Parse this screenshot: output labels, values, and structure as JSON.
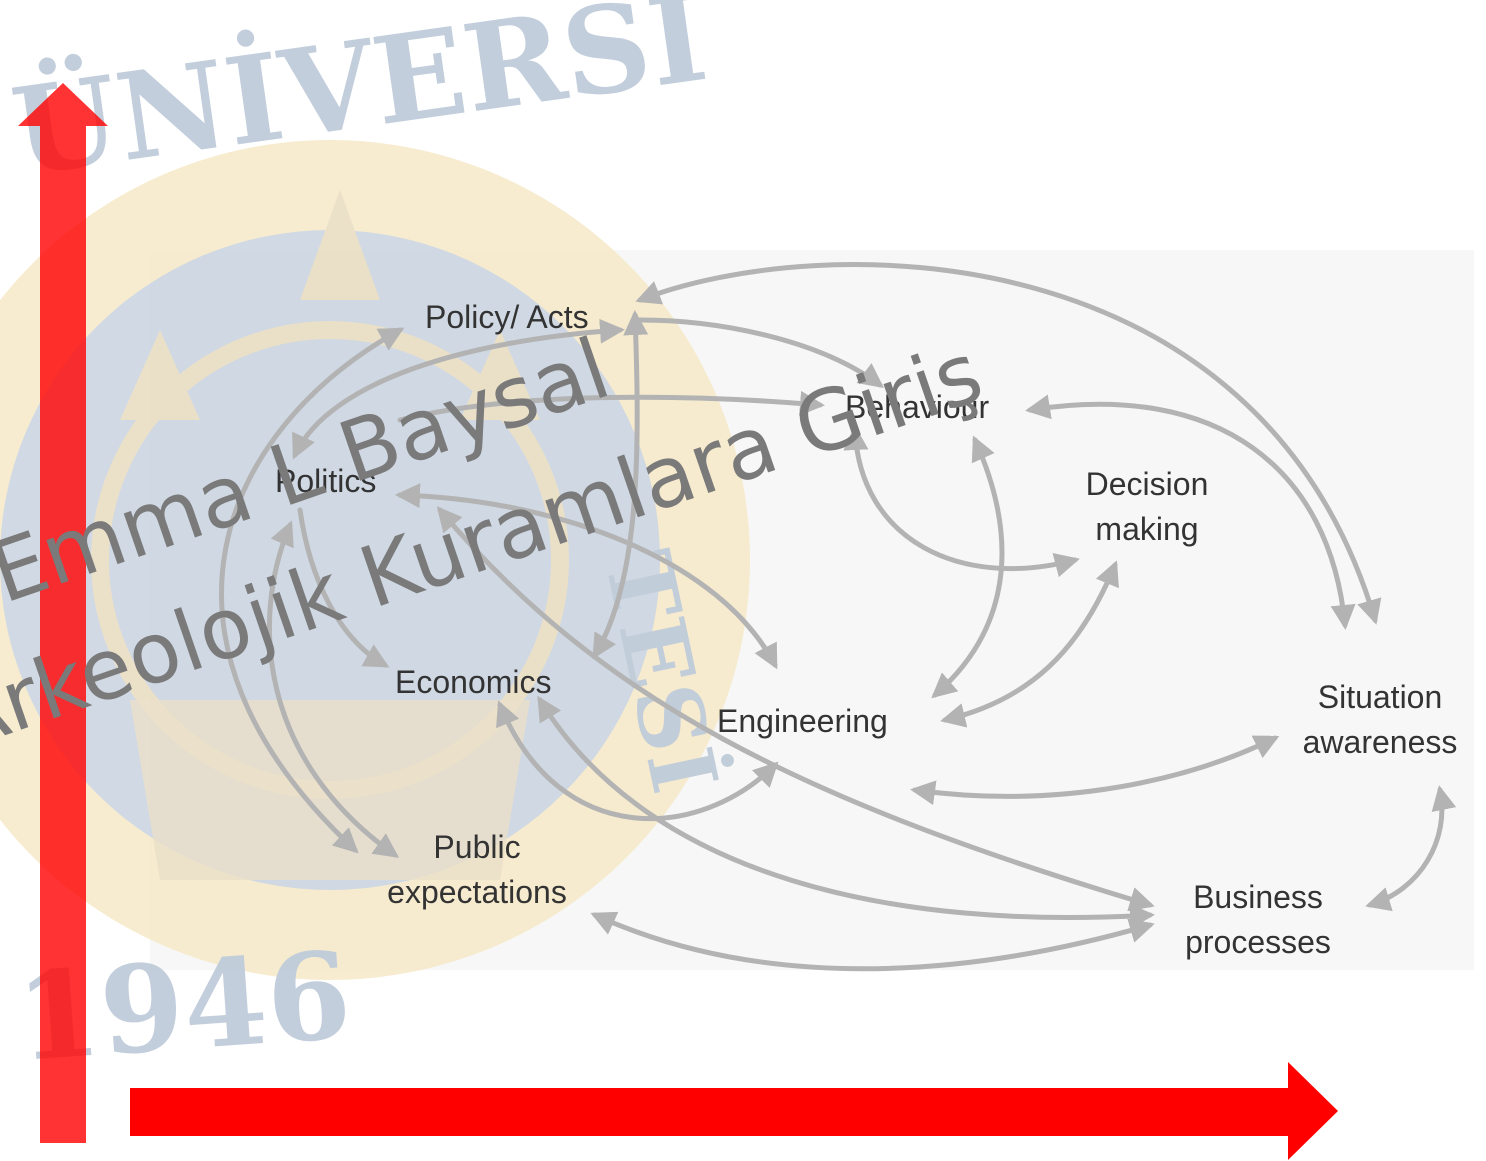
{
  "seal": {
    "arc_text": "ÜNİVERSİ",
    "side_text": "TESİ",
    "year": "1946"
  },
  "watermark": {
    "line1": "Emma L Baysal",
    "line2": "Arkeolojik Kuramlara Giriş"
  },
  "colors": {
    "axis_arrow": "#ff0000",
    "link": "#b3b3b3",
    "seal_blue": "#b9c6d6",
    "seal_gold": "#f6e9c8"
  },
  "nodes": {
    "policy_acts": "Policy/ Acts",
    "behaviour": "Behaviour",
    "decision_making_1": "Decision",
    "decision_making_2": "making",
    "politics": "Politics",
    "economics": "Economics",
    "engineering": "Engineering",
    "situation_awareness_1": "Situation",
    "situation_awareness_2": "awareness",
    "public_expectations_1": "Public",
    "public_expectations_2": "expectations",
    "business_processes_1": "Business",
    "business_processes_2": "processes"
  }
}
